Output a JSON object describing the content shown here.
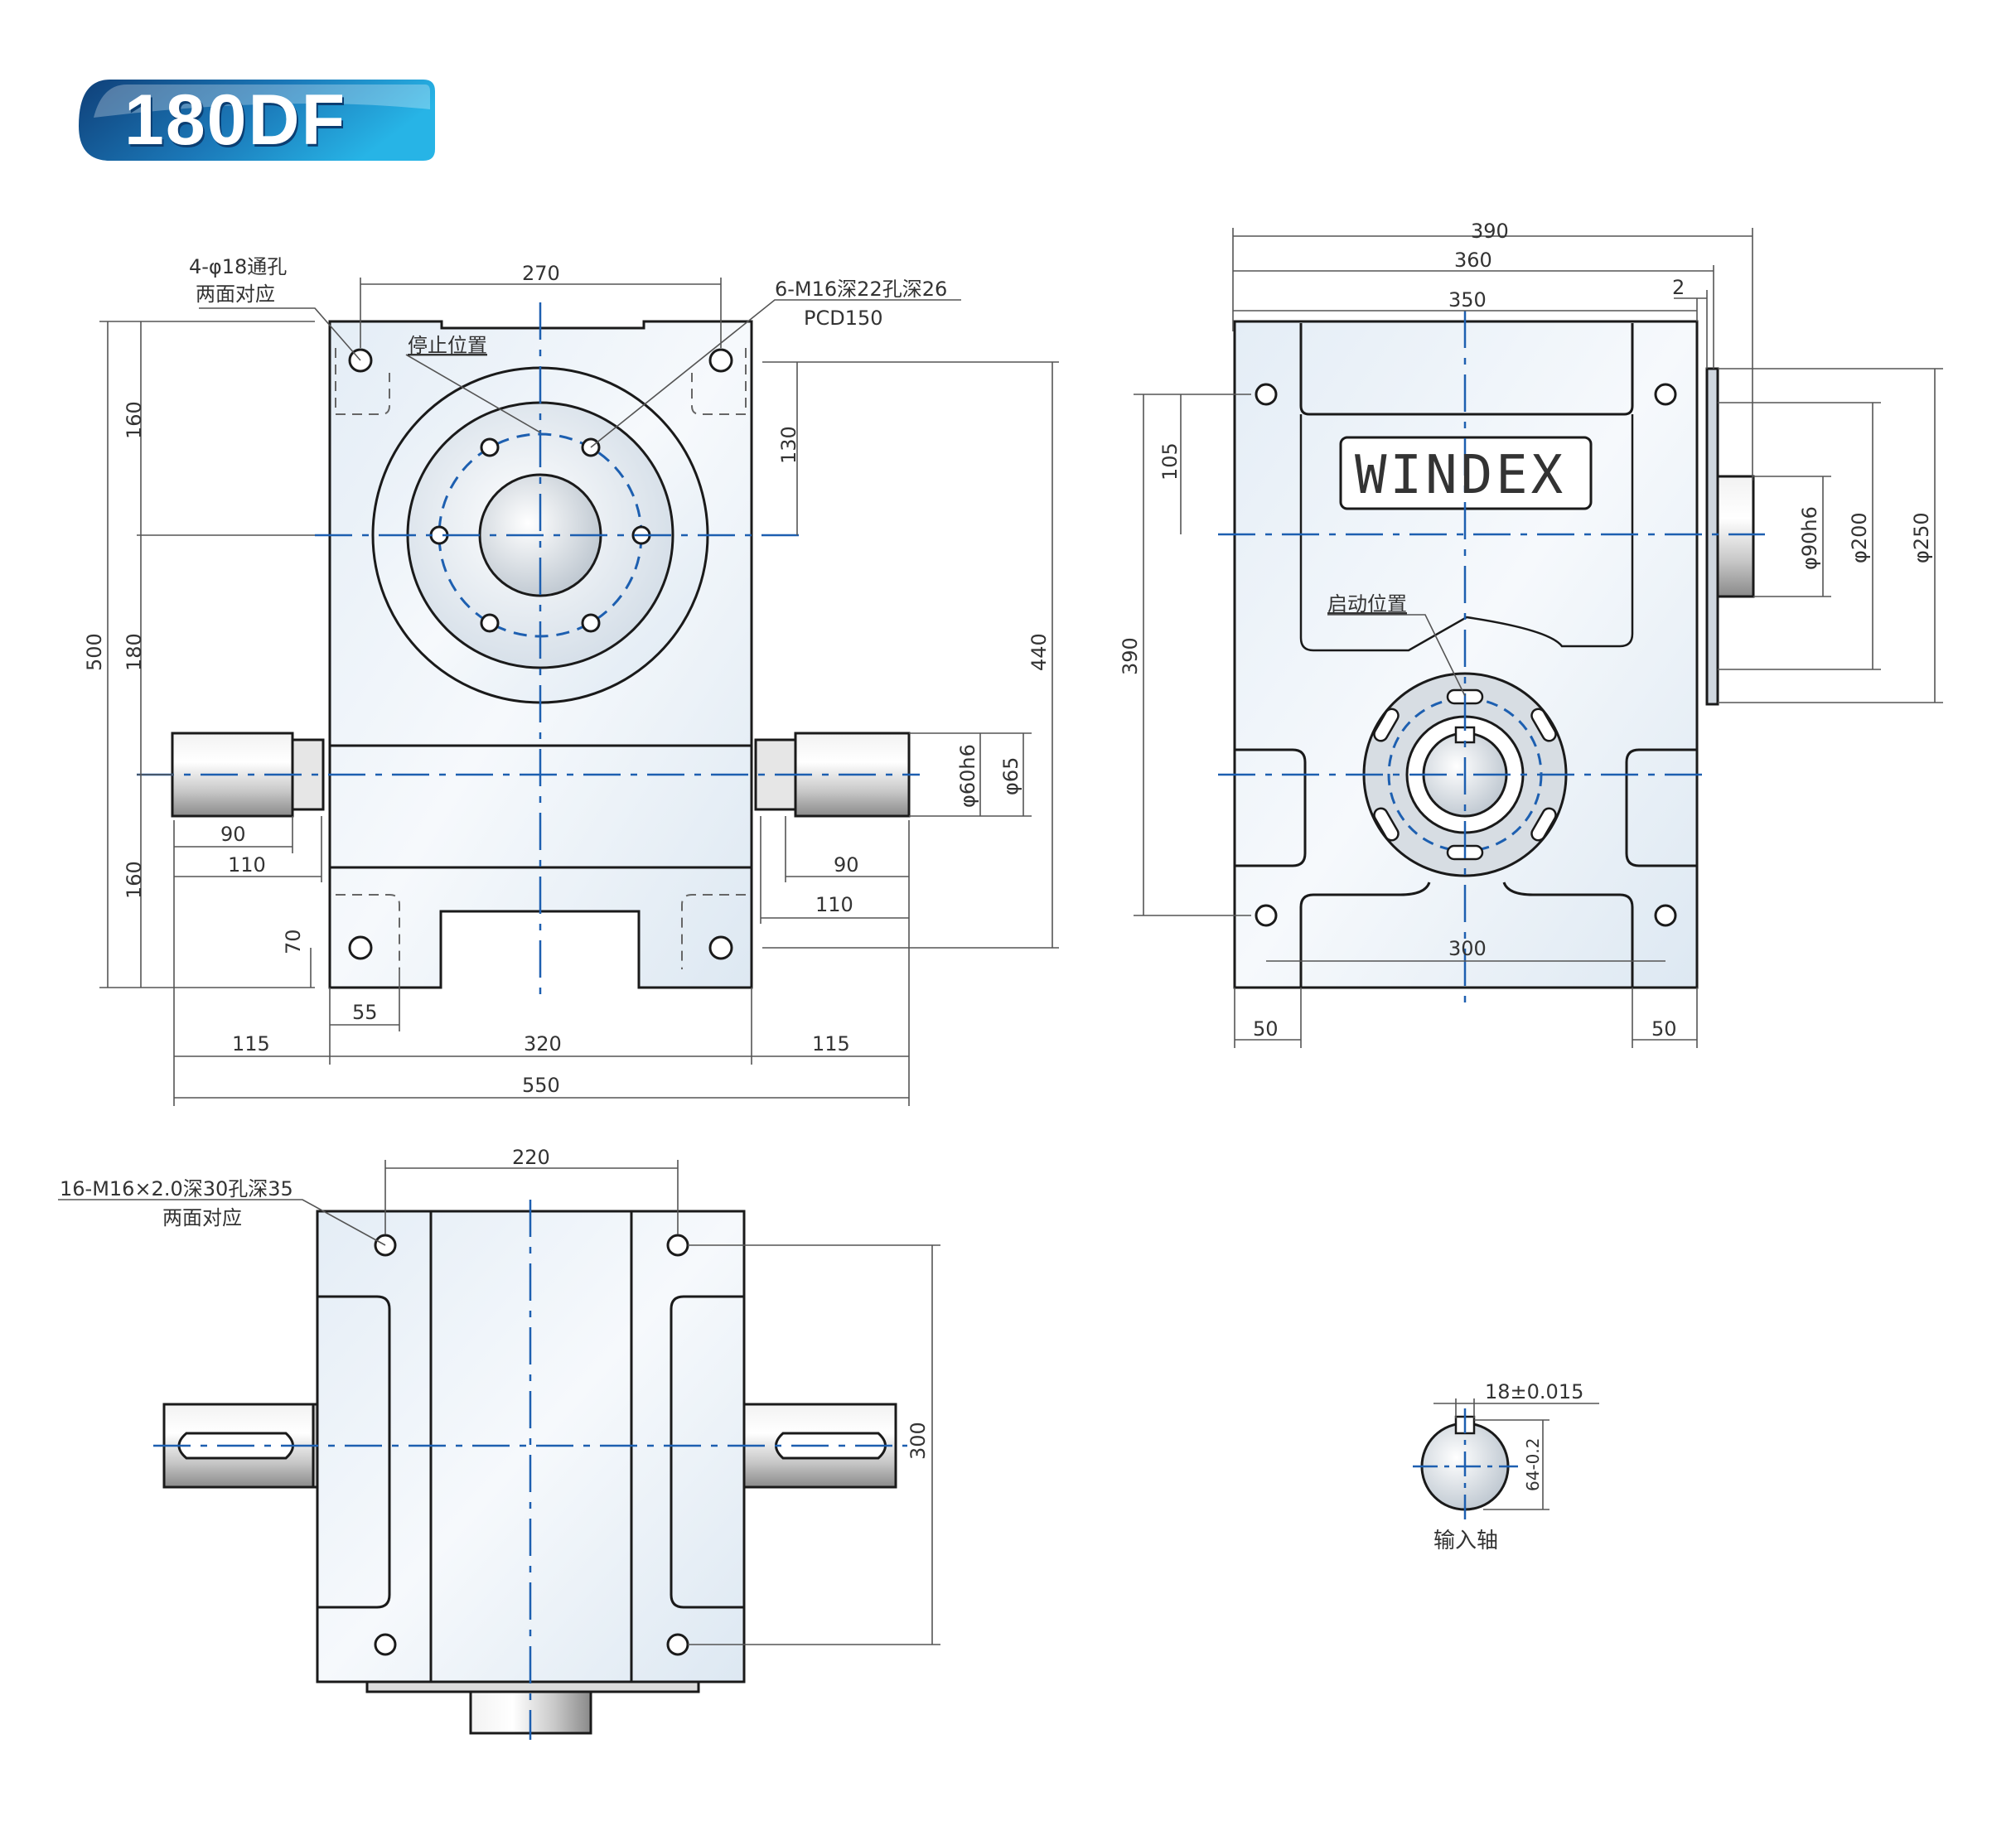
{
  "title": "180DF",
  "front_view": {
    "hole_note_1": "4-φ18通孔",
    "hole_note_2": "两面对应",
    "tap_note_1": "6-M16深22孔深26",
    "tap_note_2": "PCD150",
    "stop_position": "停止位置",
    "dims": {
      "d270": "270",
      "d160a": "160",
      "d180": "180",
      "d160b": "160",
      "d500": "500",
      "d130": "130",
      "d440": "440",
      "d60h6": "φ60h6",
      "d65": "φ65",
      "d90l": "90",
      "d110l": "110",
      "d90r": "90",
      "d110r": "110",
      "d70": "70",
      "d55": "55",
      "d115l": "115",
      "d320": "320",
      "d115r": "115",
      "d550": "550"
    }
  },
  "side_view": {
    "brand": "WINDEX",
    "start_position": "启动位置",
    "dims": {
      "d390w": "390",
      "d360": "360",
      "d350": "350",
      "d2": "2",
      "d105": "105",
      "d390h": "390",
      "d90h6": "φ90h6",
      "d200": "φ200",
      "d250": "φ250",
      "d300": "300",
      "d50l": "50",
      "d50r": "50"
    }
  },
  "top_view": {
    "hole_note_1": "16-M16×2.0深30孔深35",
    "hole_note_2": "两面对应",
    "dims": {
      "d220": "220",
      "d300": "300"
    }
  },
  "shaft_detail": {
    "key_width": "18±0.015",
    "depth": "64-0.2",
    "label": "输入轴"
  },
  "colors": {
    "outline": "#1a1a1a",
    "centerline": "#1d5fb0",
    "dim": "#444444",
    "title_blue": "#1b78b8"
  }
}
